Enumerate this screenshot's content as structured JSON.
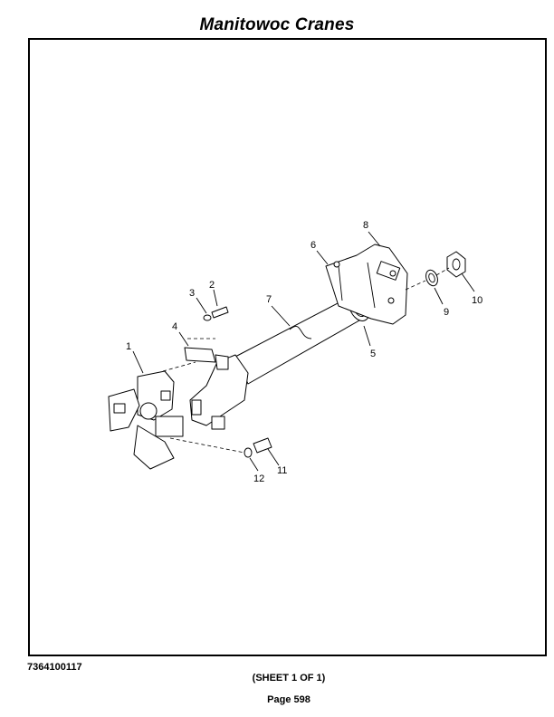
{
  "header": {
    "title": "Manitowoc Cranes"
  },
  "diagram": {
    "callouts": [
      "1",
      "2",
      "3",
      "4",
      "5",
      "6",
      "7",
      "8",
      "9",
      "10",
      "11",
      "12"
    ]
  },
  "footer": {
    "part_number": "7364100117",
    "sheet": "(SHEET 1 OF 1)",
    "page": "Page 598"
  }
}
